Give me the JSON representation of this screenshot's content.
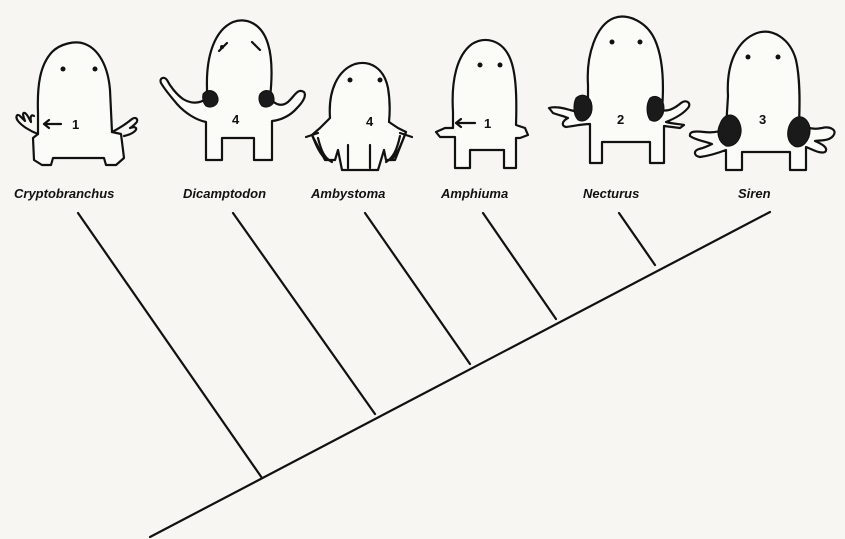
{
  "taxa": [
    {
      "name": "Cryptobranchus",
      "gill_count": "1"
    },
    {
      "name": "Dicamptodon",
      "gill_count": "4"
    },
    {
      "name": "Ambystoma",
      "gill_count": "4"
    },
    {
      "name": "Amphiuma",
      "gill_count": "1"
    },
    {
      "name": "Necturus",
      "gill_count": "2"
    },
    {
      "name": "Siren",
      "gill_count": "3"
    }
  ],
  "colors": {
    "ink": "#111111",
    "paper": "#f7f6f2"
  },
  "icons": [
    "salamander-head-illustration",
    "gill-arrow-icon",
    "external-gill-icon"
  ]
}
